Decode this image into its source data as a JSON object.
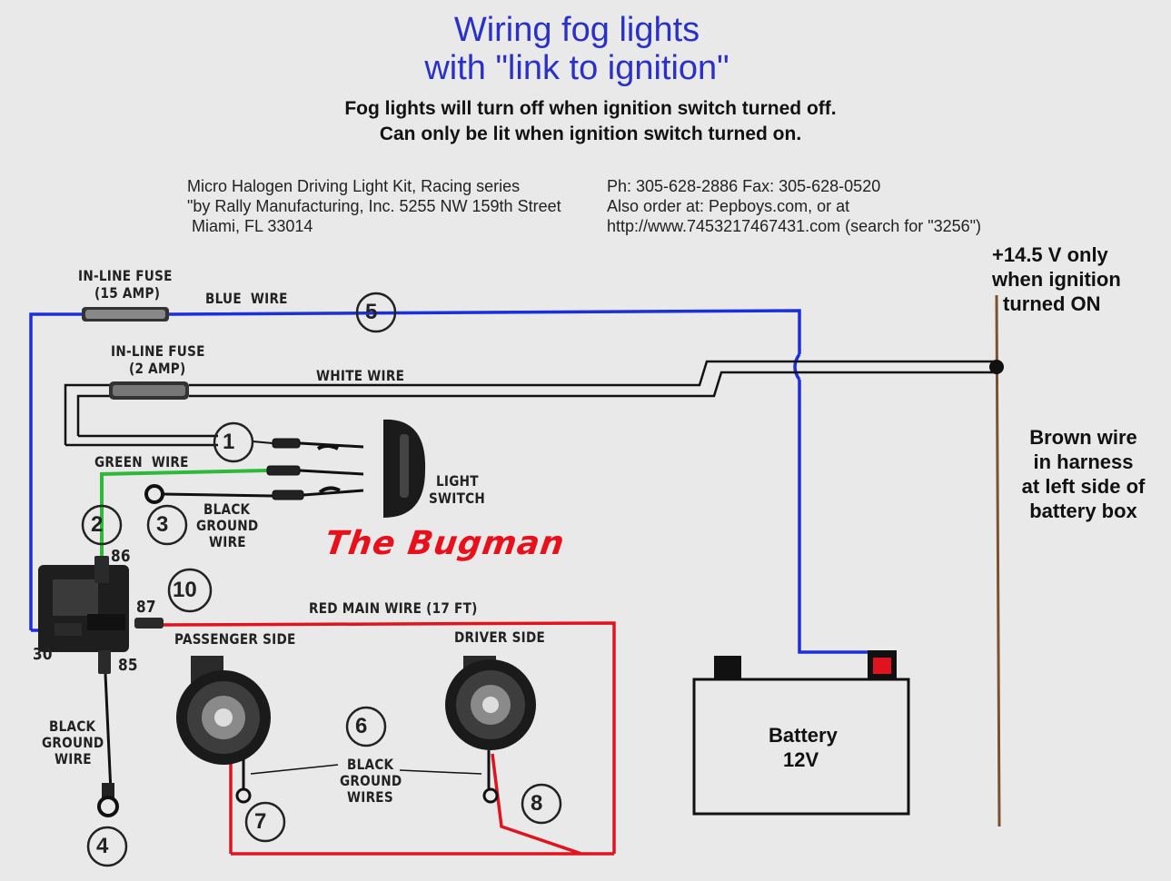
{
  "title": {
    "line1": "Wiring fog lights",
    "line2": "with \"link to ignition\""
  },
  "subtitle": {
    "line1": "Fog lights will turn off when ignition switch turned off.",
    "line2": "Can only be lit when ignition switch turned on."
  },
  "kit_info": {
    "line1": "Micro Halogen Driving Light Kit, Racing series",
    "line2": "\"by Rally Manufacturing, Inc. 5255 NW 159th Street",
    "line3": " Miami, FL 33014"
  },
  "order_info": {
    "line1": "Ph: 305-628-2886 Fax: 305-628-0520",
    "line2": "Also order at: Pepboys.com, or at",
    "line3": "http://www.7453217467431.com (search for \"3256\")"
  },
  "ignition_note": {
    "line1": "+14.5 V only",
    "line2": "when ignition",
    "line3": "turned ON"
  },
  "brown_wire_note": {
    "line1": "Brown wire",
    "line2": "in harness",
    "line3": "at left side of",
    "line4": "battery box"
  },
  "labels": {
    "fuse15_a": "IN-LINE FUSE",
    "fuse15_b": "(15 AMP)",
    "blue_wire": "BLUE  WIRE",
    "fuse2_a": "IN-LINE FUSE",
    "fuse2_b": "(2 AMP)",
    "white_wire": "WHITE WIRE",
    "green_wire": "GREEN  WIRE",
    "light_switch_a": "LIGHT",
    "light_switch_b": "SWITCH",
    "black_ground_a": "BLACK",
    "black_ground_b": "GROUND",
    "black_ground_c": "WIRE",
    "red_main_wire": "RED MAIN WIRE (17 FT)",
    "passenger_side": "PASSENGER SIDE",
    "driver_side": "DRIVER SIDE",
    "black_ground_wires_a": "BLACK",
    "black_ground_wires_b": "GROUND",
    "black_ground_wires_c": "WIRES",
    "relay_black_a": "BLACK",
    "relay_black_b": "GROUND",
    "relay_black_c": "WIRE",
    "pin86": "86",
    "pin87": "87",
    "pin30": "30",
    "pin85": "85"
  },
  "callouts": [
    "1",
    "2",
    "3",
    "4",
    "5",
    "6",
    "7",
    "8",
    "10"
  ],
  "battery": {
    "line1": "Battery",
    "line2": "12V"
  },
  "watermark": "The Bugman",
  "colors": {
    "title": "#2a31c8",
    "blue_wire": "#1c2fd8",
    "green_wire": "#2fb83a",
    "red_wire": "#e0141e",
    "brown_wire": "#7a5230",
    "watermark": "#e8101a"
  }
}
